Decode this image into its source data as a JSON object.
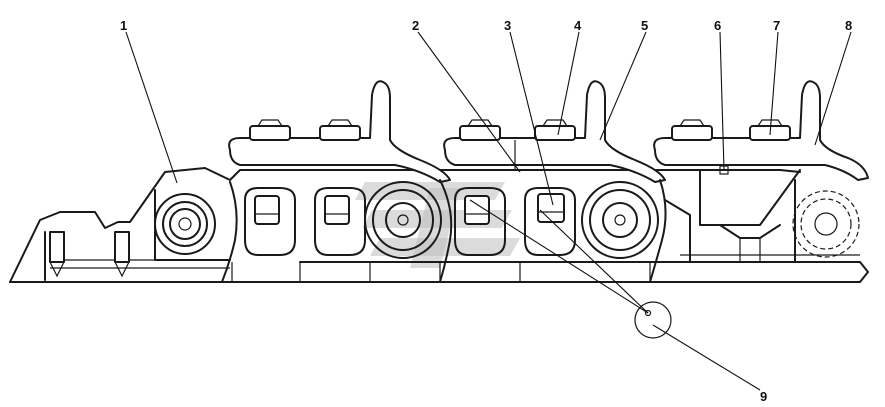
{
  "callouts": [
    {
      "id": "1",
      "label": "1"
    },
    {
      "id": "2",
      "label": "2"
    },
    {
      "id": "3",
      "label": "3"
    },
    {
      "id": "4",
      "label": "4"
    },
    {
      "id": "5",
      "label": "5"
    },
    {
      "id": "6",
      "label": "6"
    },
    {
      "id": "7",
      "label": "7"
    },
    {
      "id": "8",
      "label": "8"
    },
    {
      "id": "9",
      "label": "9"
    }
  ],
  "watermark": {
    "color": "#bdbdbd"
  }
}
